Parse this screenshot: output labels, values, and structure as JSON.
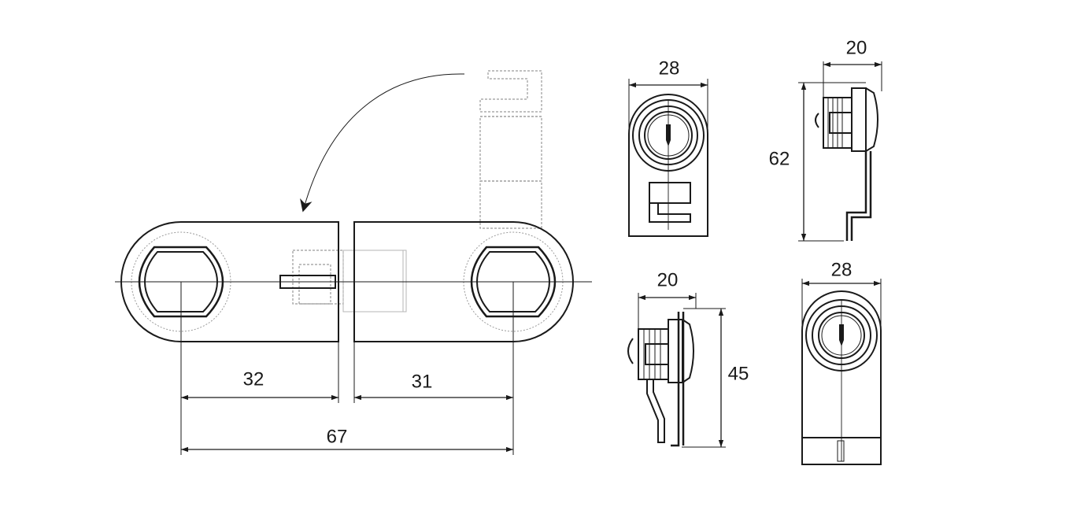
{
  "dimensions": {
    "left_offset": "32",
    "right_offset": "31",
    "overall_length": "67",
    "front_width_top": "28",
    "side_depth_top": "20",
    "side_height_top": "62",
    "side_depth_bottom": "20",
    "side_height_bottom": "45",
    "front_width_bottom": "28"
  },
  "colors": {
    "line": "#1a1a1a",
    "hidden_line": "#9a9a9a",
    "background": "#ffffff"
  }
}
